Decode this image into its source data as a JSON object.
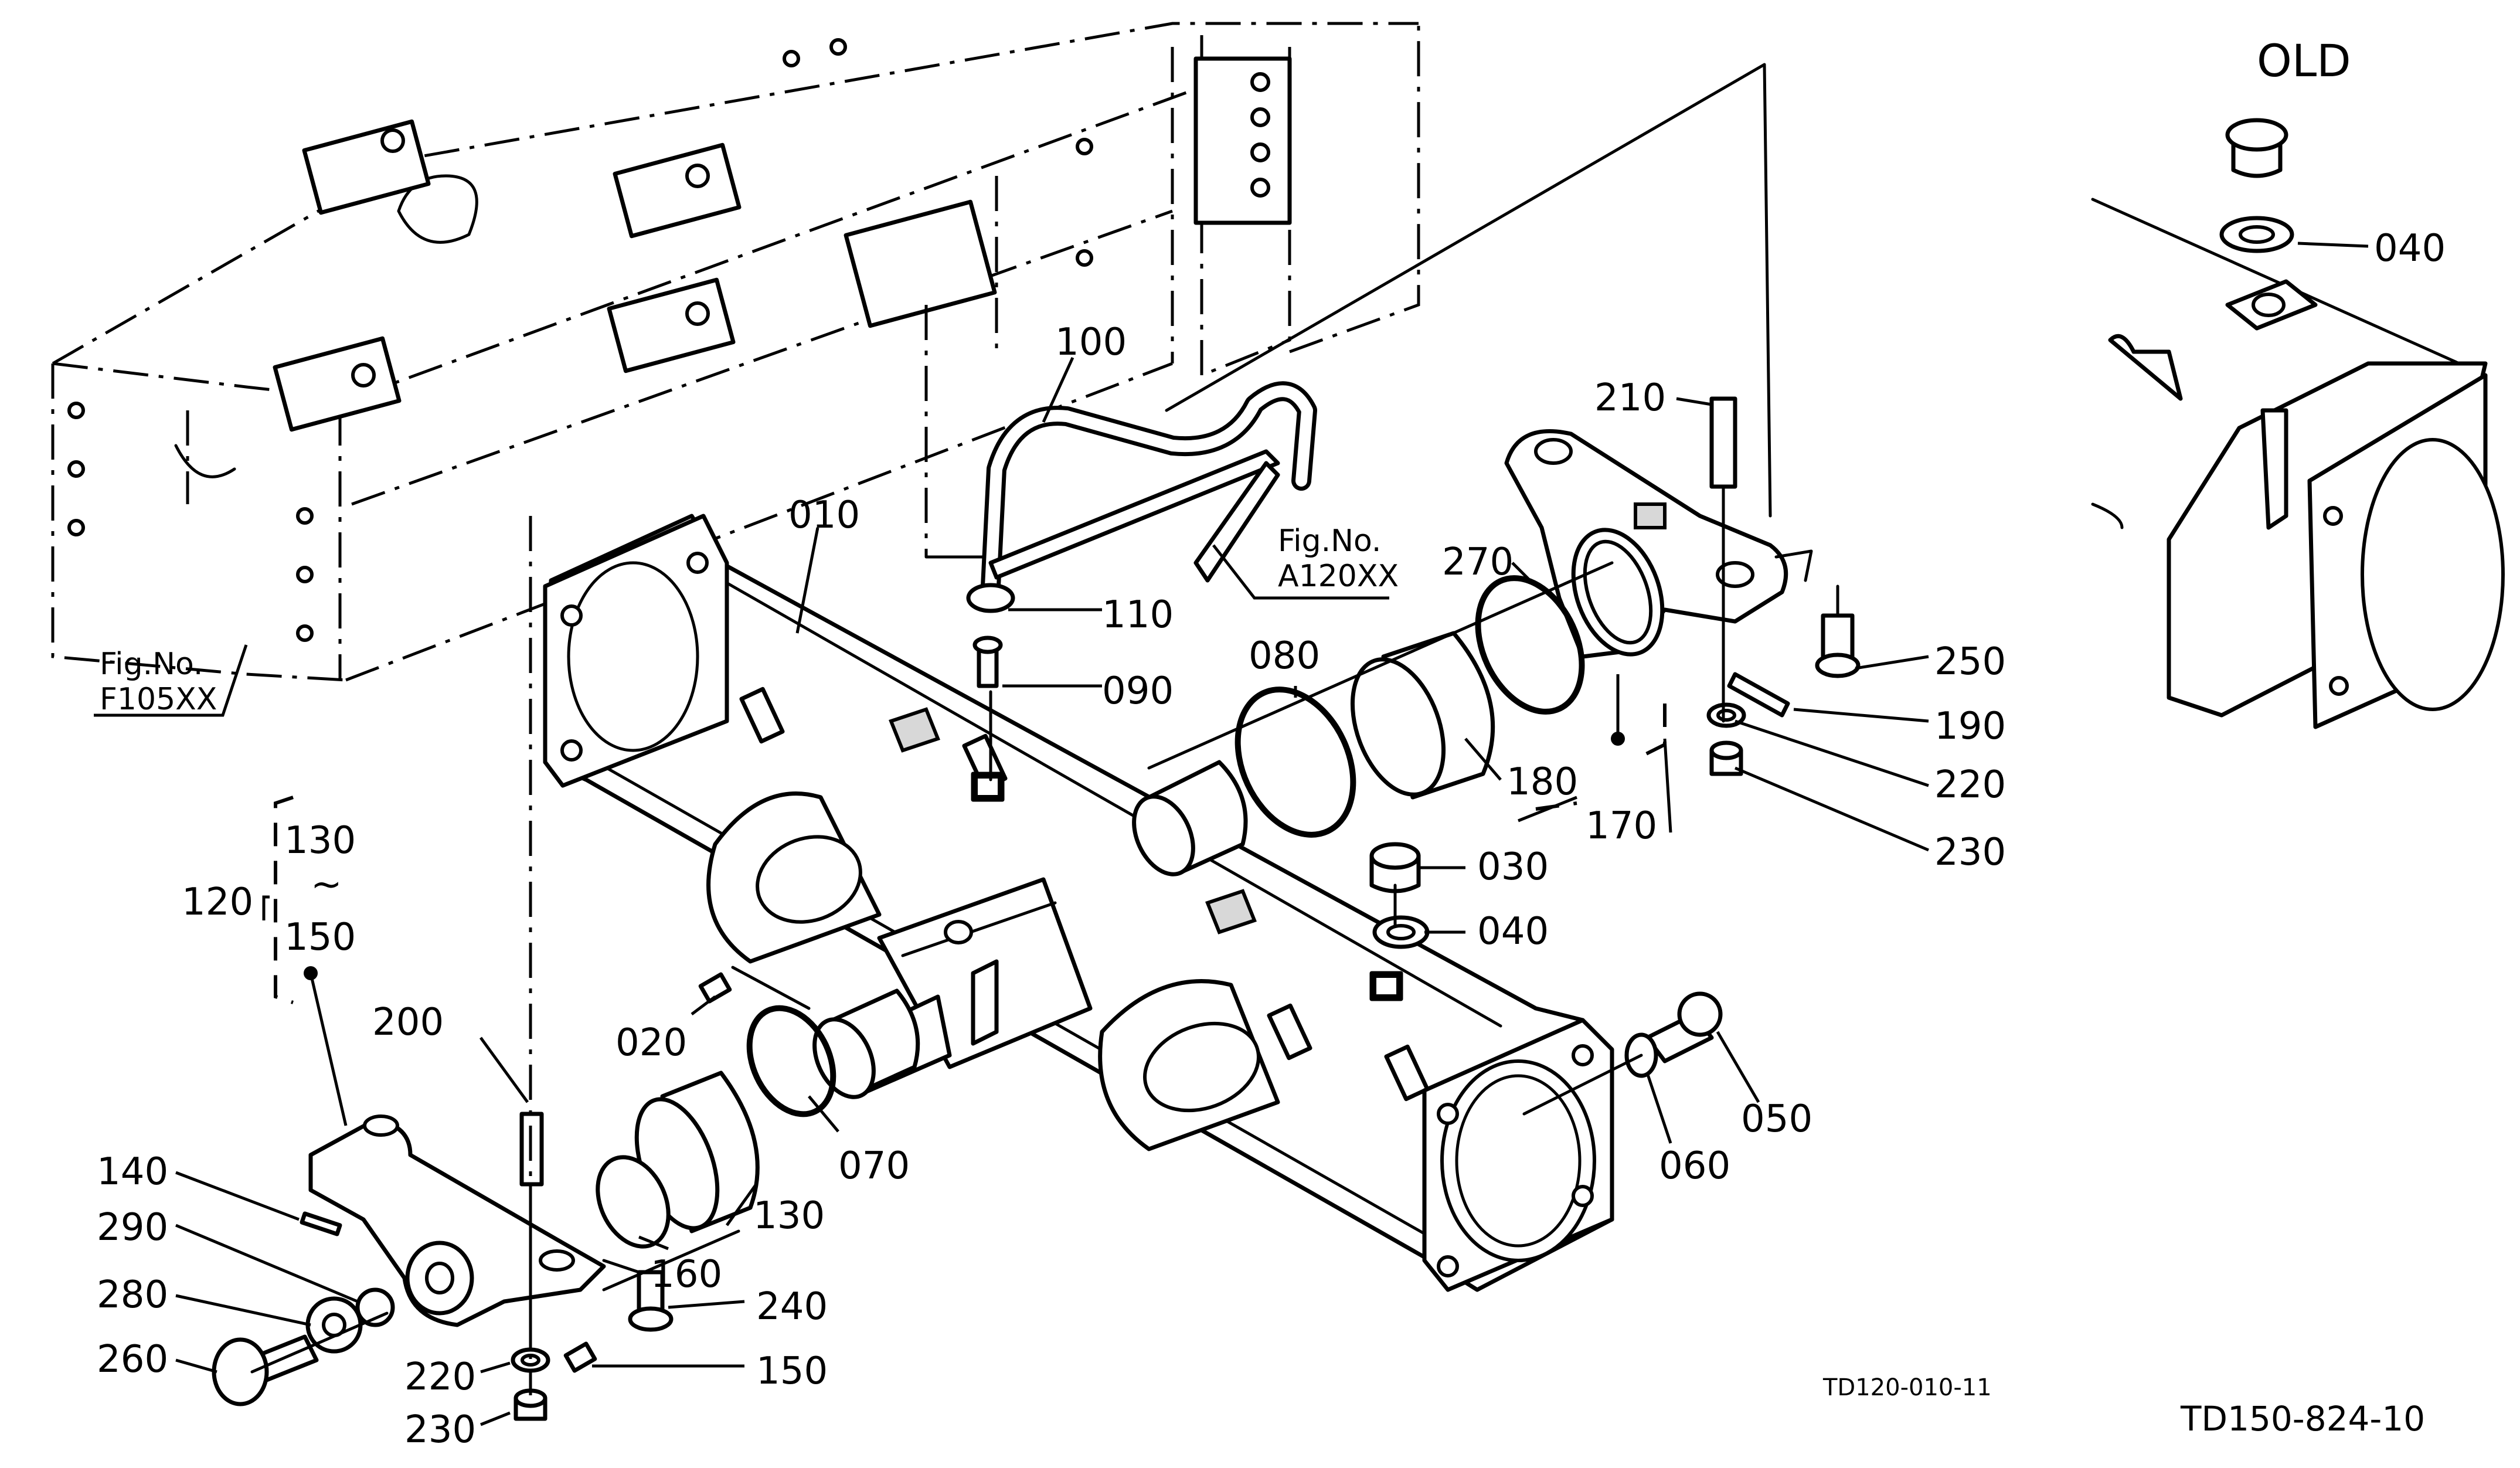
{
  "diagram": {
    "inset_title": "OLD",
    "drawing_codes": {
      "main": "TD120-010-11",
      "inset": "TD150-824-10"
    },
    "figure_refs": [
      {
        "id": "f105",
        "prefix": "Fig.No.",
        "number": "F105XX"
      },
      {
        "id": "a120",
        "prefix": "Fig.No.",
        "number": "A120XX"
      }
    ],
    "group_label": {
      "number": "120",
      "range_start": "130",
      "range_separator": "~",
      "range_end": "150"
    },
    "part_callouts": [
      "010",
      "020",
      "030",
      "040",
      "050",
      "060",
      "070",
      "080",
      "090",
      "100",
      "110",
      "130",
      "140",
      "150",
      "160",
      "170",
      "180",
      "190",
      "200",
      "210",
      "220",
      "230",
      "240",
      "250",
      "260",
      "270",
      "280",
      "290"
    ],
    "inset_callouts": [
      "040"
    ],
    "bottom_left_duplicates": [
      "220",
      "230"
    ]
  }
}
